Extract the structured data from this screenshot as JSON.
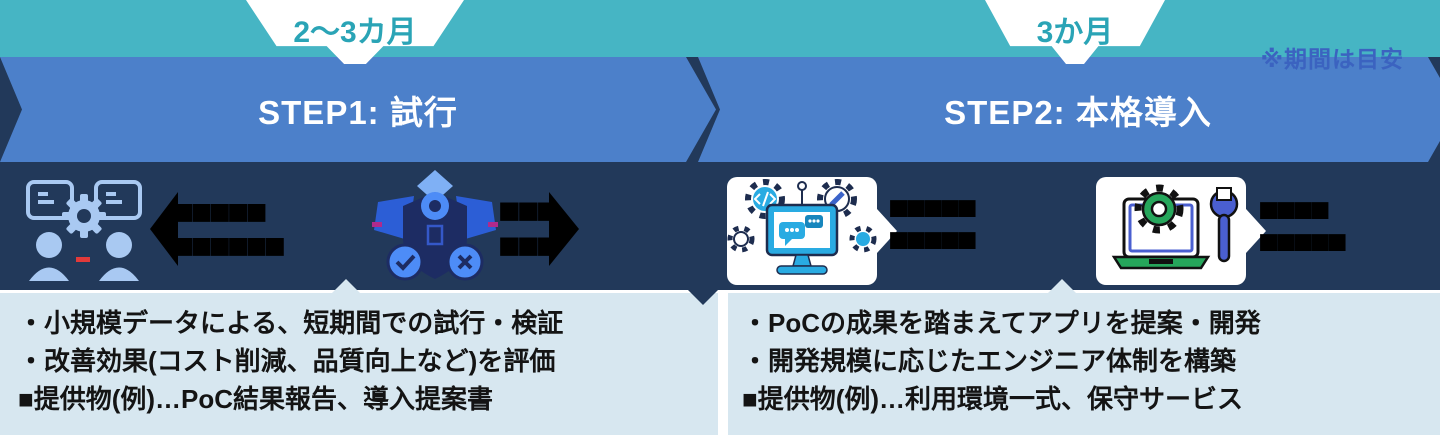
{
  "timeline": {
    "step1_duration": "2〜3カ月",
    "step2_duration": "3か月",
    "note": "※期間は目安"
  },
  "steps": [
    {
      "title": "STEP1: 試行",
      "items": [
        {
          "icon": "gears-people-icon",
          "label_redacted": true,
          "label_lines": [
            "■■■■■",
            "■■■■■■"
          ]
        },
        {
          "icon": "shield-check-icon",
          "label_redacted": true,
          "label_lines": [
            "■■■",
            "■■■"
          ]
        }
      ],
      "description": [
        "・小規模データによる、短期間での試行・検証",
        "・改善効果(コスト削減、品質向上など)を評価",
        "■提供物(例)…PoC結果報告、導入提案書"
      ]
    },
    {
      "title": "STEP2: 本格導入",
      "items": [
        {
          "icon": "monitor-chat-gears-icon",
          "label_redacted": true,
          "label_lines": [
            "■■■■■",
            "■■■■■"
          ]
        },
        {
          "icon": "laptop-gear-wrench-icon",
          "label_redacted": true,
          "label_lines": [
            "■■■■",
            "■■■■■"
          ]
        }
      ],
      "description": [
        "・PoCの成果を踏まえてアプリを提案・開発",
        "・開発規模に応じたエンジニア体制を構築",
        "■提供物(例)…利用環境一式、保守サービス"
      ]
    }
  ],
  "colors": {
    "teal_band": "#46b5c4",
    "step_band_blue": "#4c80ca",
    "navy_band": "#22395a",
    "panel_light_blue": "#d7e7f0",
    "badge_text_teal": "#2aa4b6",
    "note_blue": "#3b63c0",
    "redacted_label": "#000000",
    "white": "#ffffff"
  }
}
